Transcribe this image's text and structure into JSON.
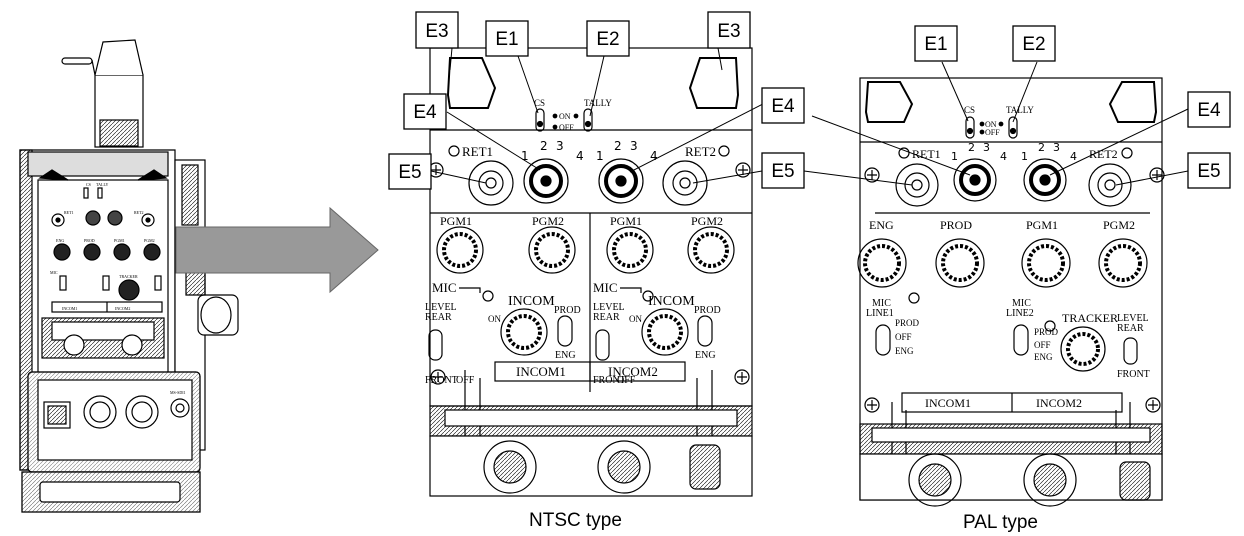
{
  "callouts": {
    "e1": "E1",
    "e2": "E2",
    "e3": "E3",
    "e4": "E4",
    "e5": "E5"
  },
  "captions": {
    "ntsc": "NTSC type",
    "pal": "PAL type"
  },
  "ntsc_panel": {
    "cs": "CS",
    "tally": "TALLY",
    "on": "ON",
    "off": "OFF",
    "ret1": "RET1",
    "ret2": "RET2",
    "n1": "1",
    "n2": "2",
    "n3": "3",
    "n4": "4",
    "pgm1": "PGM1",
    "pgm2": "PGM2",
    "mic": "MIC",
    "level": "LEVEL",
    "rear": "REAR",
    "front": "FRONT",
    "incom": "INCOM",
    "prod": "PROD",
    "eng": "ENG",
    "incom1": "INCOM1",
    "incom2": "INCOM2"
  },
  "pal_panel": {
    "cs": "CS",
    "tally": "TALLY",
    "on": "ON",
    "off": "OFF",
    "ret1": "RET1",
    "ret2": "RET2",
    "n1": "1",
    "n2": "2",
    "n3": "3",
    "n4": "4",
    "eng": "ENG",
    "prod": "PROD",
    "pgm1": "PGM1",
    "pgm2": "PGM2",
    "mic_line1_a": "MIC",
    "mic_line1_b": "LINE1",
    "mic_line2_a": "MIC",
    "mic_line2_b": "LINE2",
    "tracker": "TRACKER",
    "level": "LEVEL",
    "rear": "REAR",
    "front": "FRONT",
    "off2": "OFF",
    "incom1": "INCOM1",
    "incom2": "INCOM2"
  },
  "camera_panel": {
    "cs": "CS",
    "tally": "TALLY",
    "ret1": "RET1",
    "ret2": "RET2",
    "eng": "ENG",
    "prod": "PROD",
    "pgm1": "PGM1",
    "pgm2": "PGM2",
    "mic": "MIC",
    "tracker": "TRACKER",
    "incom1": "INCOM1",
    "incom2": "INCOM2",
    "ms_sdi1": "MS-SDI1"
  }
}
